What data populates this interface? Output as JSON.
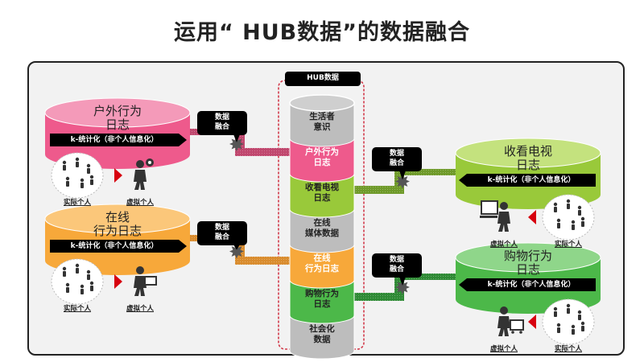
{
  "title": "运用“ HUB数据”的数据融合",
  "hub": {
    "label": "HUB数据",
    "segments": [
      {
        "line1": "生活者",
        "line2": "意识",
        "color": "#bdbdbd"
      },
      {
        "line1": "户外行为",
        "line2": "日志",
        "color": "#ee5a8c"
      },
      {
        "line1": "收看电视",
        "line2": "日志",
        "color": "#99c93a"
      },
      {
        "line1": "在线",
        "line2": "媒体数据",
        "color": "#bdbdbd"
      },
      {
        "line1": "在线",
        "line2": "行为日志",
        "color": "#f7a83a"
      },
      {
        "line1": "购物行为",
        "line2": "日志",
        "color": "#4cb849"
      },
      {
        "line1": "社会化",
        "line2": "数据",
        "color": "#bdbdbd"
      }
    ]
  },
  "sources": [
    {
      "id": "outdoor",
      "line1": "户外行为",
      "line2": "日志",
      "kbar": "k-统计化（非个人信息化）",
      "real_label": "实际个人",
      "virtual_label": "虚拟个人",
      "icon": "walking-person-location-icon",
      "colors": {
        "top": "#f49ab9",
        "body": "#ee5a8c",
        "connector": "#c0476e"
      }
    },
    {
      "id": "online",
      "line1": "在线",
      "line2": "行为日志",
      "kbar": "k-统计化（非个人信息化）",
      "real_label": "实际个人",
      "virtual_label": "虚拟个人",
      "icon": "person-laptop-icon",
      "colors": {
        "top": "#fbc77a",
        "body": "#f7a83a",
        "connector": "#d98c2e"
      }
    },
    {
      "id": "tv",
      "line1": "收看电视",
      "line2": "日志",
      "kbar": "k-统计化（非个人信息化）",
      "real_label": "实际个人",
      "virtual_label": "虚拟个人",
      "icon": "person-watching-tv-icon",
      "colors": {
        "top": "#c4e27e",
        "body": "#99c93a",
        "connector": "#6f9a2a"
      }
    },
    {
      "id": "shopping",
      "line1": "购物行为",
      "line2": "日志",
      "kbar": "k-统计化（非个人信息化）",
      "real_label": "实际个人",
      "virtual_label": "虚拟个人",
      "icon": "person-shopping-cart-icon",
      "colors": {
        "top": "#8fd68a",
        "body": "#4cb849",
        "connector": "#2f8a35"
      }
    }
  ],
  "fusion": {
    "line1": "数据",
    "line2": "融合"
  },
  "colors": {
    "arrow_red": "#d7000f",
    "hub_border": "#d23a4a"
  }
}
